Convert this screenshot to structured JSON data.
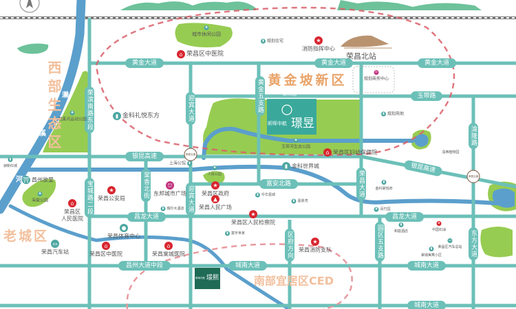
{
  "map": {
    "districts": [
      "西部生态区",
      "黄金坡新区",
      "老城区",
      "南部宜居区CED"
    ],
    "river_label": [
      "濑",
      "溪",
      "河"
    ],
    "station": "荣昌北站",
    "interchange": "荣昌互通",
    "projects": [
      {
        "brand": "昕晖中航",
        "name": "璟昱",
        "park": "城市公园"
      },
      {
        "brand": "昕晖中航",
        "name": "璟熙"
      }
    ],
    "roads": [
      "黄金大道",
      "黄金大道",
      "黄金大道",
      "玉带路",
      "荣滨南路东段",
      "迎宾大道",
      "迎宾大道",
      "黄金五支路",
      "银昆高速",
      "银昆高速",
      "宝城路二段",
      "棠香北街",
      "富安北路",
      "荣昌大道",
      "渝隆路",
      "昌龙大道",
      "昌龙大道",
      "区府方向",
      "园区五支路",
      "东方大道",
      "昌州大道中段",
      "城南大道",
      "城南大道",
      "城南大道"
    ],
    "pois": [
      {
        "name": "城市休闲公园",
        "icon": "park-icon"
      },
      {
        "name": "荣昌区中医院",
        "icon": "hospital-icon"
      },
      {
        "name": "规划住宅",
        "icon": "residence-icon"
      },
      {
        "name": "消防指挥中心",
        "icon": "star-icon"
      },
      {
        "name": "规划商务中心",
        "icon": "mall-icon"
      },
      {
        "name": "规划用地",
        "icon": "residence-icon"
      },
      {
        "name": "金科礼悦东方",
        "icon": "residence-icon"
      },
      {
        "name": "濑溪河运动公园",
        "icon": "park-icon"
      },
      {
        "name": "昶新红城",
        "icon": "residence-icon"
      },
      {
        "name": "昌州故里",
        "icon": "pavilion-icon"
      },
      {
        "name": "海棠公园",
        "icon": "park-icon"
      },
      {
        "name": "荣昌区妇幼保健院",
        "icon": "hospital-icon"
      },
      {
        "name": "渝西植物园",
        "icon": "none"
      },
      {
        "name": "玉带河生态公园",
        "icon": "park-icon"
      },
      {
        "name": "上海公馆",
        "icon": "residence-icon"
      },
      {
        "name": "人民公园",
        "icon": "park-icon"
      },
      {
        "name": "金科世界城",
        "icon": "residence-icon"
      },
      {
        "name": "荣昌公安局",
        "icon": "star-icon"
      },
      {
        "name": "东邦城市广场",
        "icon": "mall-icon"
      },
      {
        "name": "瑞尔大酒店",
        "icon": "residence-icon"
      },
      {
        "name": "荣昌区政府",
        "icon": "star-icon"
      },
      {
        "name": "荣昌人民广场",
        "icon": "square-icon"
      },
      {
        "name": "荣昌区人民检察院",
        "icon": "star-icon"
      },
      {
        "name": "富宇世家",
        "icon": "residence-icon"
      },
      {
        "name": "中华嘉城",
        "icon": "residence-icon"
      },
      {
        "name": "嘉景湾",
        "icon": "residence-icon"
      },
      {
        "name": "金科棠悦府",
        "icon": "residence-icon"
      },
      {
        "name": "百竹园",
        "icon": "park-icon"
      },
      {
        "name": "荣昌区\n人民医院",
        "icon": "hospital-icon"
      },
      {
        "name": "荣昌体育中心",
        "icon": "sports-icon"
      },
      {
        "name": "荣昌汽车站",
        "icon": "bus-icon"
      },
      {
        "name": "荣昌区中医院",
        "icon": "hospital-icon"
      },
      {
        "name": "荣昌棠城医院",
        "icon": "hospital-icon"
      },
      {
        "name": "荣昌消防支队",
        "icon": "star-icon"
      },
      {
        "name": "和庭酒店",
        "icon": "residence-icon"
      },
      {
        "name": "中国石油",
        "icon": "star-icon"
      },
      {
        "name": "荣昌区汽车总站",
        "icon": "bus-icon"
      },
      {
        "name": "棠城美寓小区",
        "icon": "residence-icon"
      }
    ],
    "colors": {
      "road": "#6cc0b8",
      "river": "#5b9fcc",
      "park": "#8cc63f",
      "district": "#f2bf9c",
      "boundary": "#d9606a",
      "project": "#3aa99b",
      "project_dark": "#1f6b55",
      "star": "#d8262f"
    }
  }
}
